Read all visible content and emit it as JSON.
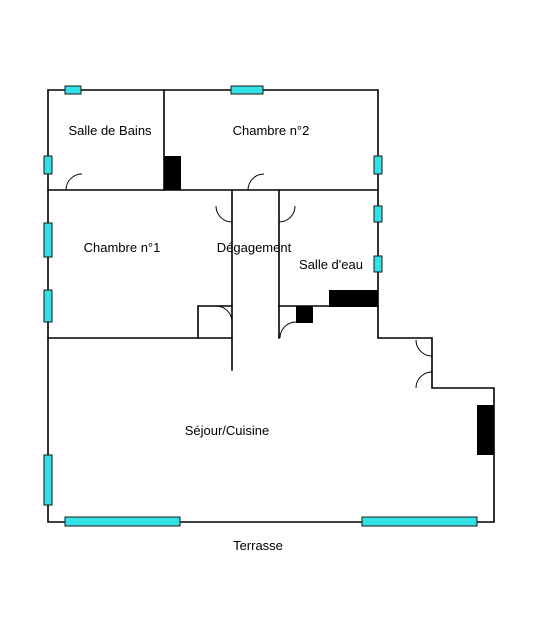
{
  "colors": {
    "wall": "#000000",
    "window": "#33e0e6",
    "fixture": "#000000",
    "background": "#ffffff"
  },
  "rooms": {
    "salle_de_bains": "Salle de Bains",
    "chambre_2": "Chambre n°2",
    "chambre_1": "Chambre n°1",
    "degagement": "Dégagement",
    "salle_deau": "Salle d'eau",
    "sejour_cuisine": "Séjour/Cuisine"
  },
  "outside": {
    "terrasse": "Terrasse"
  }
}
